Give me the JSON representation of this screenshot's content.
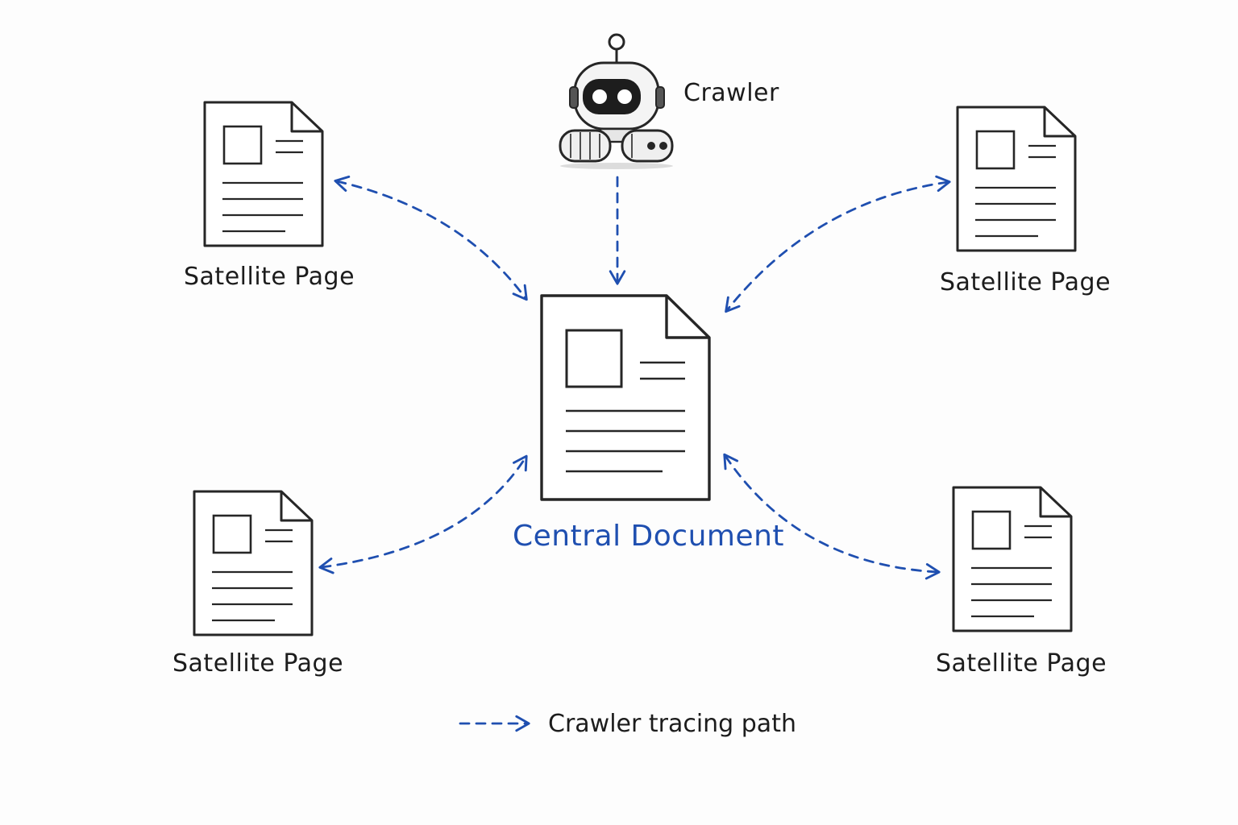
{
  "crawler": {
    "label": "Crawler",
    "icon": "robot-icon"
  },
  "central": {
    "label": "Central Document",
    "icon": "document-icon"
  },
  "satellites": [
    {
      "label": "Satellite Page"
    },
    {
      "label": "Satellite Page"
    },
    {
      "label": "Satellite Page"
    },
    {
      "label": "Satellite Page"
    }
  ],
  "legend": {
    "text": "Crawler tracing path"
  },
  "colors": {
    "accent": "#1f4fb0",
    "ink": "#1c1c1c",
    "background": "#fdfdfd"
  }
}
